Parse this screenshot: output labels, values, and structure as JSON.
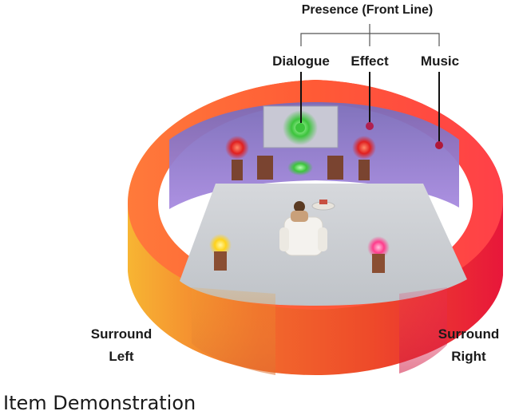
{
  "labels": {
    "presence": "Presence (Front Line)",
    "dialogue": "Dialogue",
    "effect": "Effect",
    "music": "Music",
    "surround_left_line1": "Surround",
    "surround_left_line2": "Left",
    "surround_right_line1": "Surround",
    "surround_right_line2": "Right"
  },
  "caption": "Item Demonstration",
  "colors": {
    "ring_left": "#f7b533",
    "ring_mid": "#ef5a28",
    "ring_right": "#e8173a",
    "inner_wall": "#8d6ecb",
    "floor": "#c9ccd1",
    "dialogue_glow": "#3dc43d",
    "effect_glow": "#e02020",
    "surround_left_glow": "#ffd21a",
    "surround_right_glow": "#ff3c8c"
  },
  "icons": [
    "speaker-icon",
    "armchair-icon",
    "listener-icon",
    "screen-icon"
  ]
}
